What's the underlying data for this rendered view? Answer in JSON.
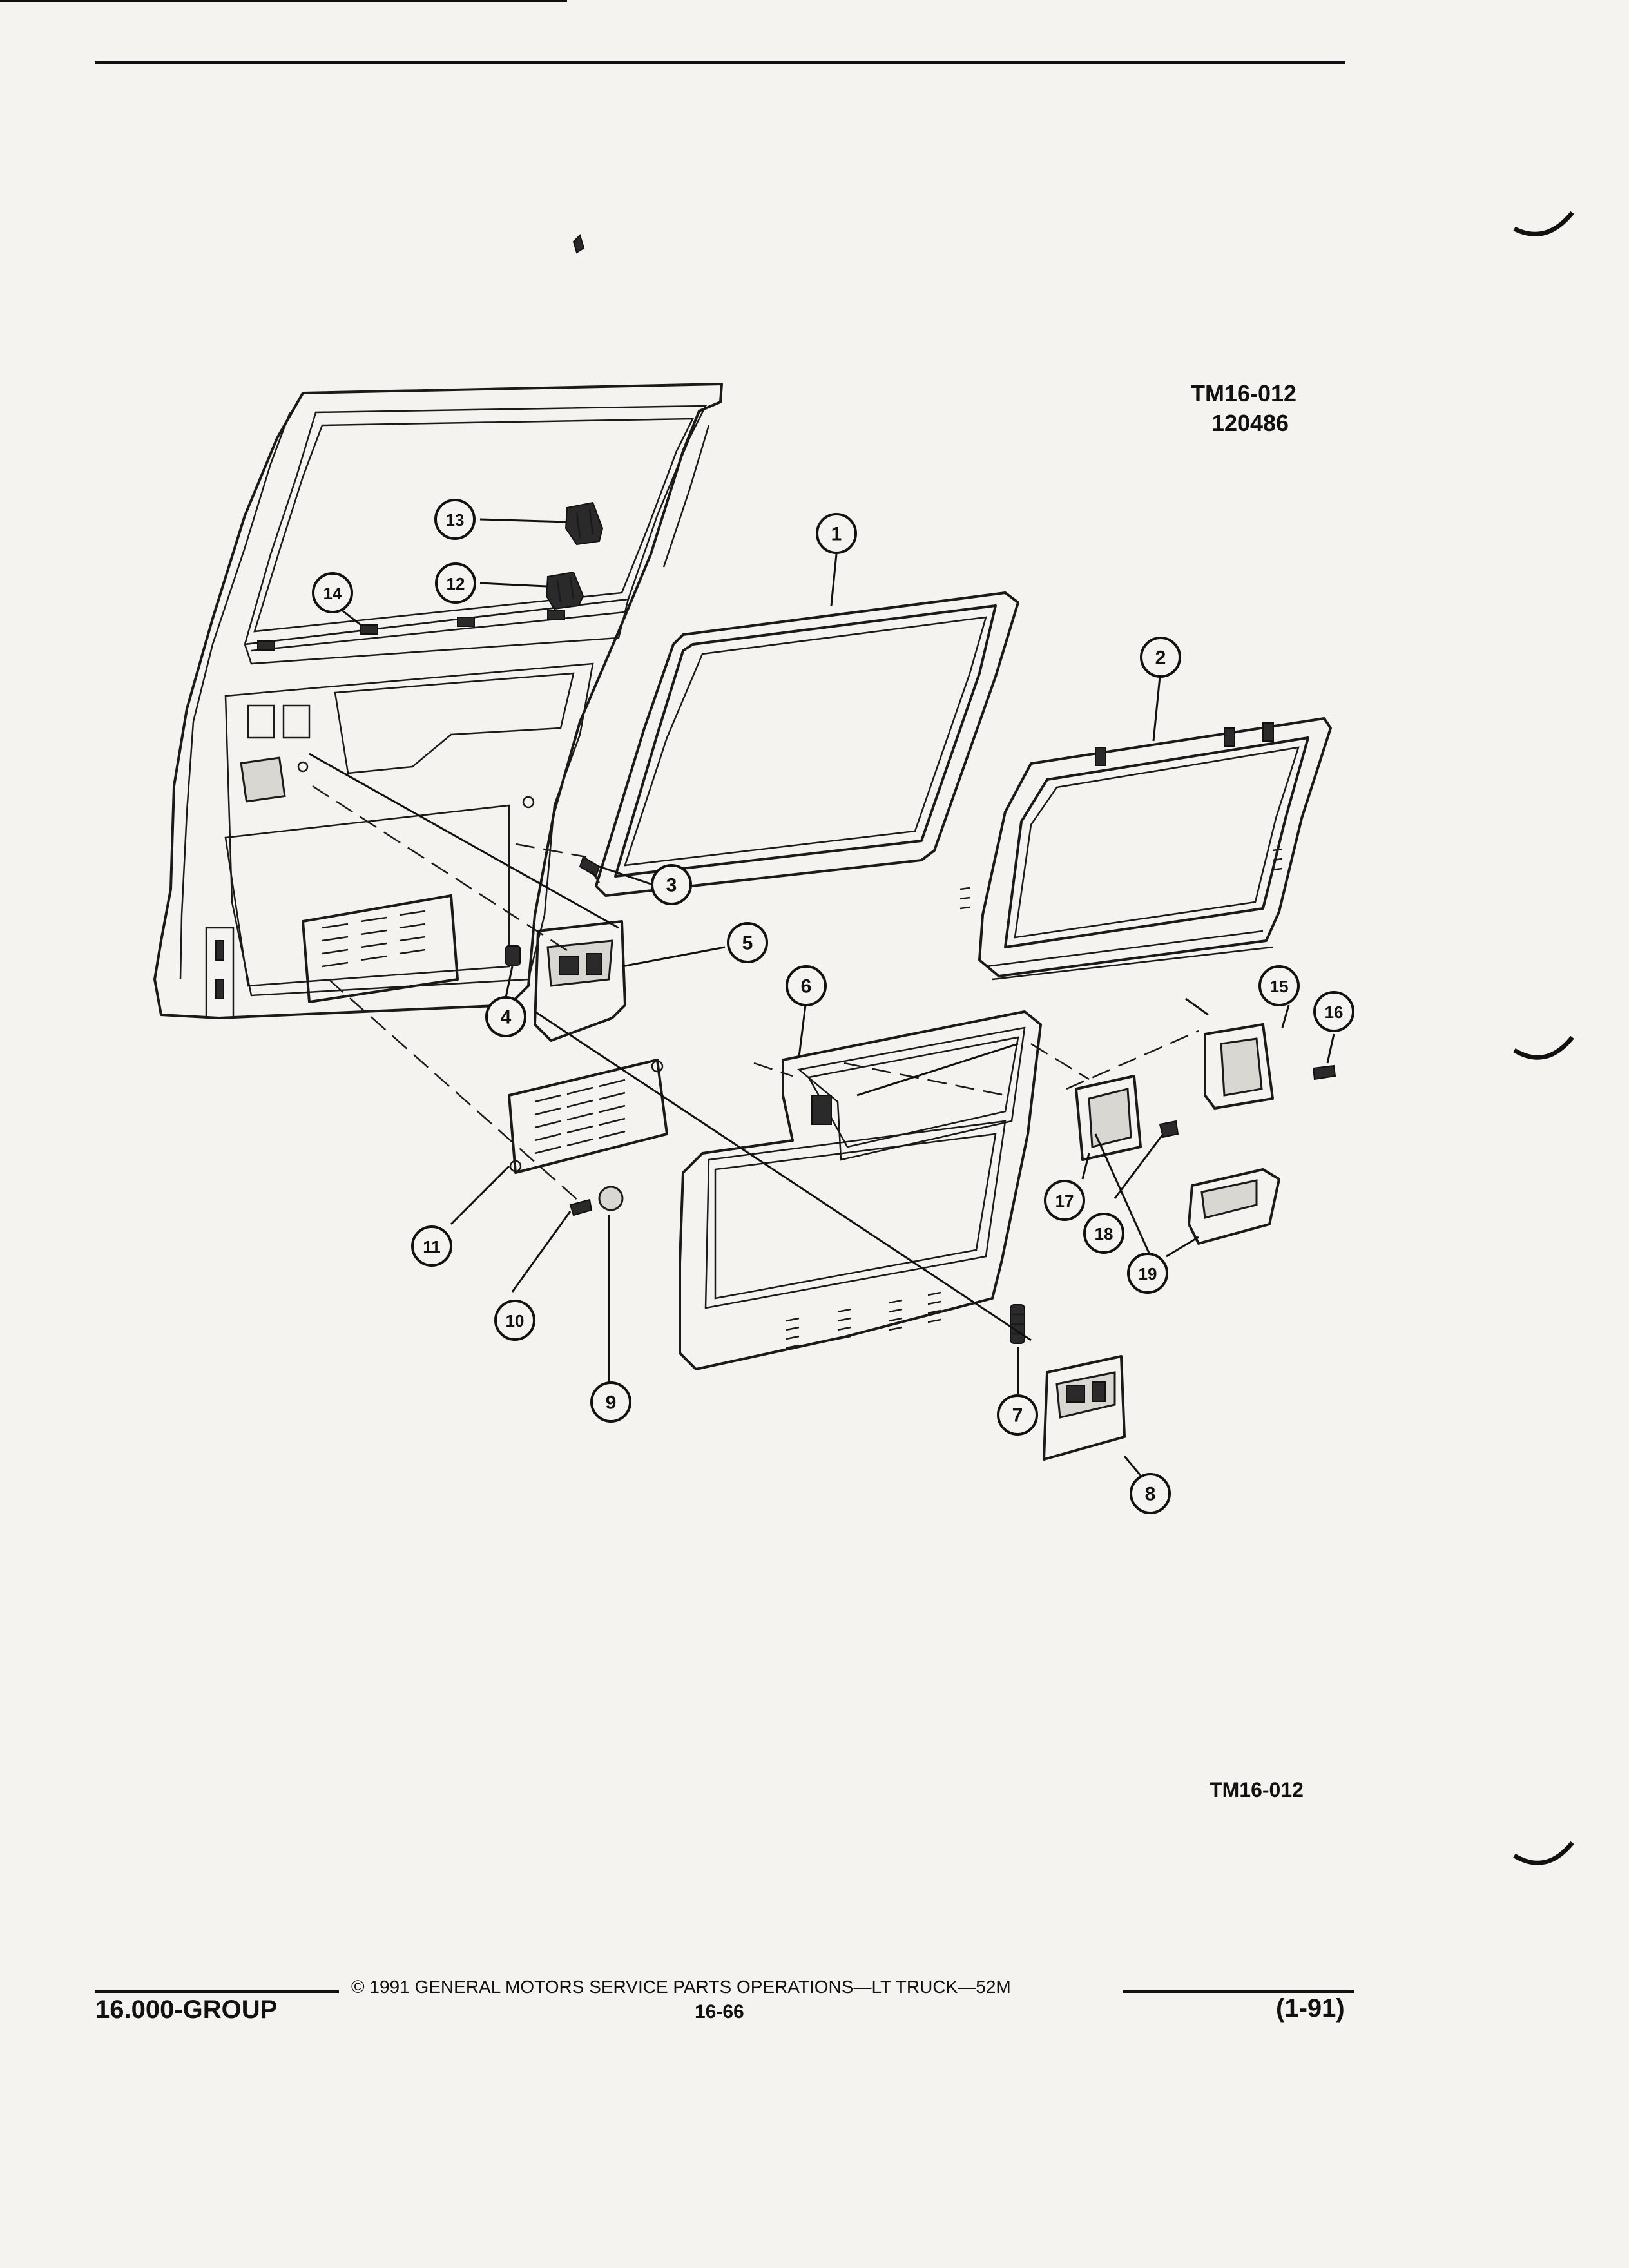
{
  "figure": {
    "ref_code": "TM16-012",
    "ref_date": "120486",
    "bottom_ref": "TM16-012"
  },
  "callouts": [
    "1",
    "2",
    "3",
    "4",
    "5",
    "6",
    "7",
    "8",
    "9",
    "10",
    "11",
    "12",
    "13",
    "14",
    "15",
    "16",
    "17",
    "18",
    "19"
  ],
  "footer": {
    "group": "16.000-GROUP",
    "copyright": "© 1991  GENERAL MOTORS SERVICE PARTS OPERATIONS—LT TRUCK—52M",
    "page_number": "16-66",
    "revision": "(1-91)"
  }
}
